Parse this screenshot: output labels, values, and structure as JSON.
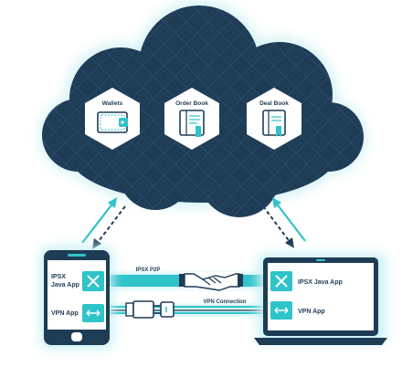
{
  "cloud": {
    "nodes": [
      {
        "label": "Wallets",
        "icon": "wallet-icon"
      },
      {
        "label": "Order Book",
        "icon": "order-book-icon"
      },
      {
        "label": "Deal Book",
        "icon": "deal-book-icon"
      }
    ]
  },
  "phone": {
    "apps": [
      {
        "label_line1": "IPSX",
        "label_line2": "Java App",
        "icon": "ipsx-logo-icon"
      },
      {
        "label": "VPN App",
        "icon": "vpn-icon"
      }
    ]
  },
  "laptop": {
    "apps": [
      {
        "label": "IPSX Java App",
        "icon": "ipsx-logo-icon"
      },
      {
        "label": "VPN App",
        "icon": "vpn-icon"
      }
    ]
  },
  "links": {
    "top_label": "IPSX P2P",
    "bottom_label": "VPN Connection"
  },
  "colors": {
    "cloud": "#1f3c55",
    "accent": "#2ec4c9",
    "device": "#1f3c55",
    "glow": "#c9f1f4"
  }
}
